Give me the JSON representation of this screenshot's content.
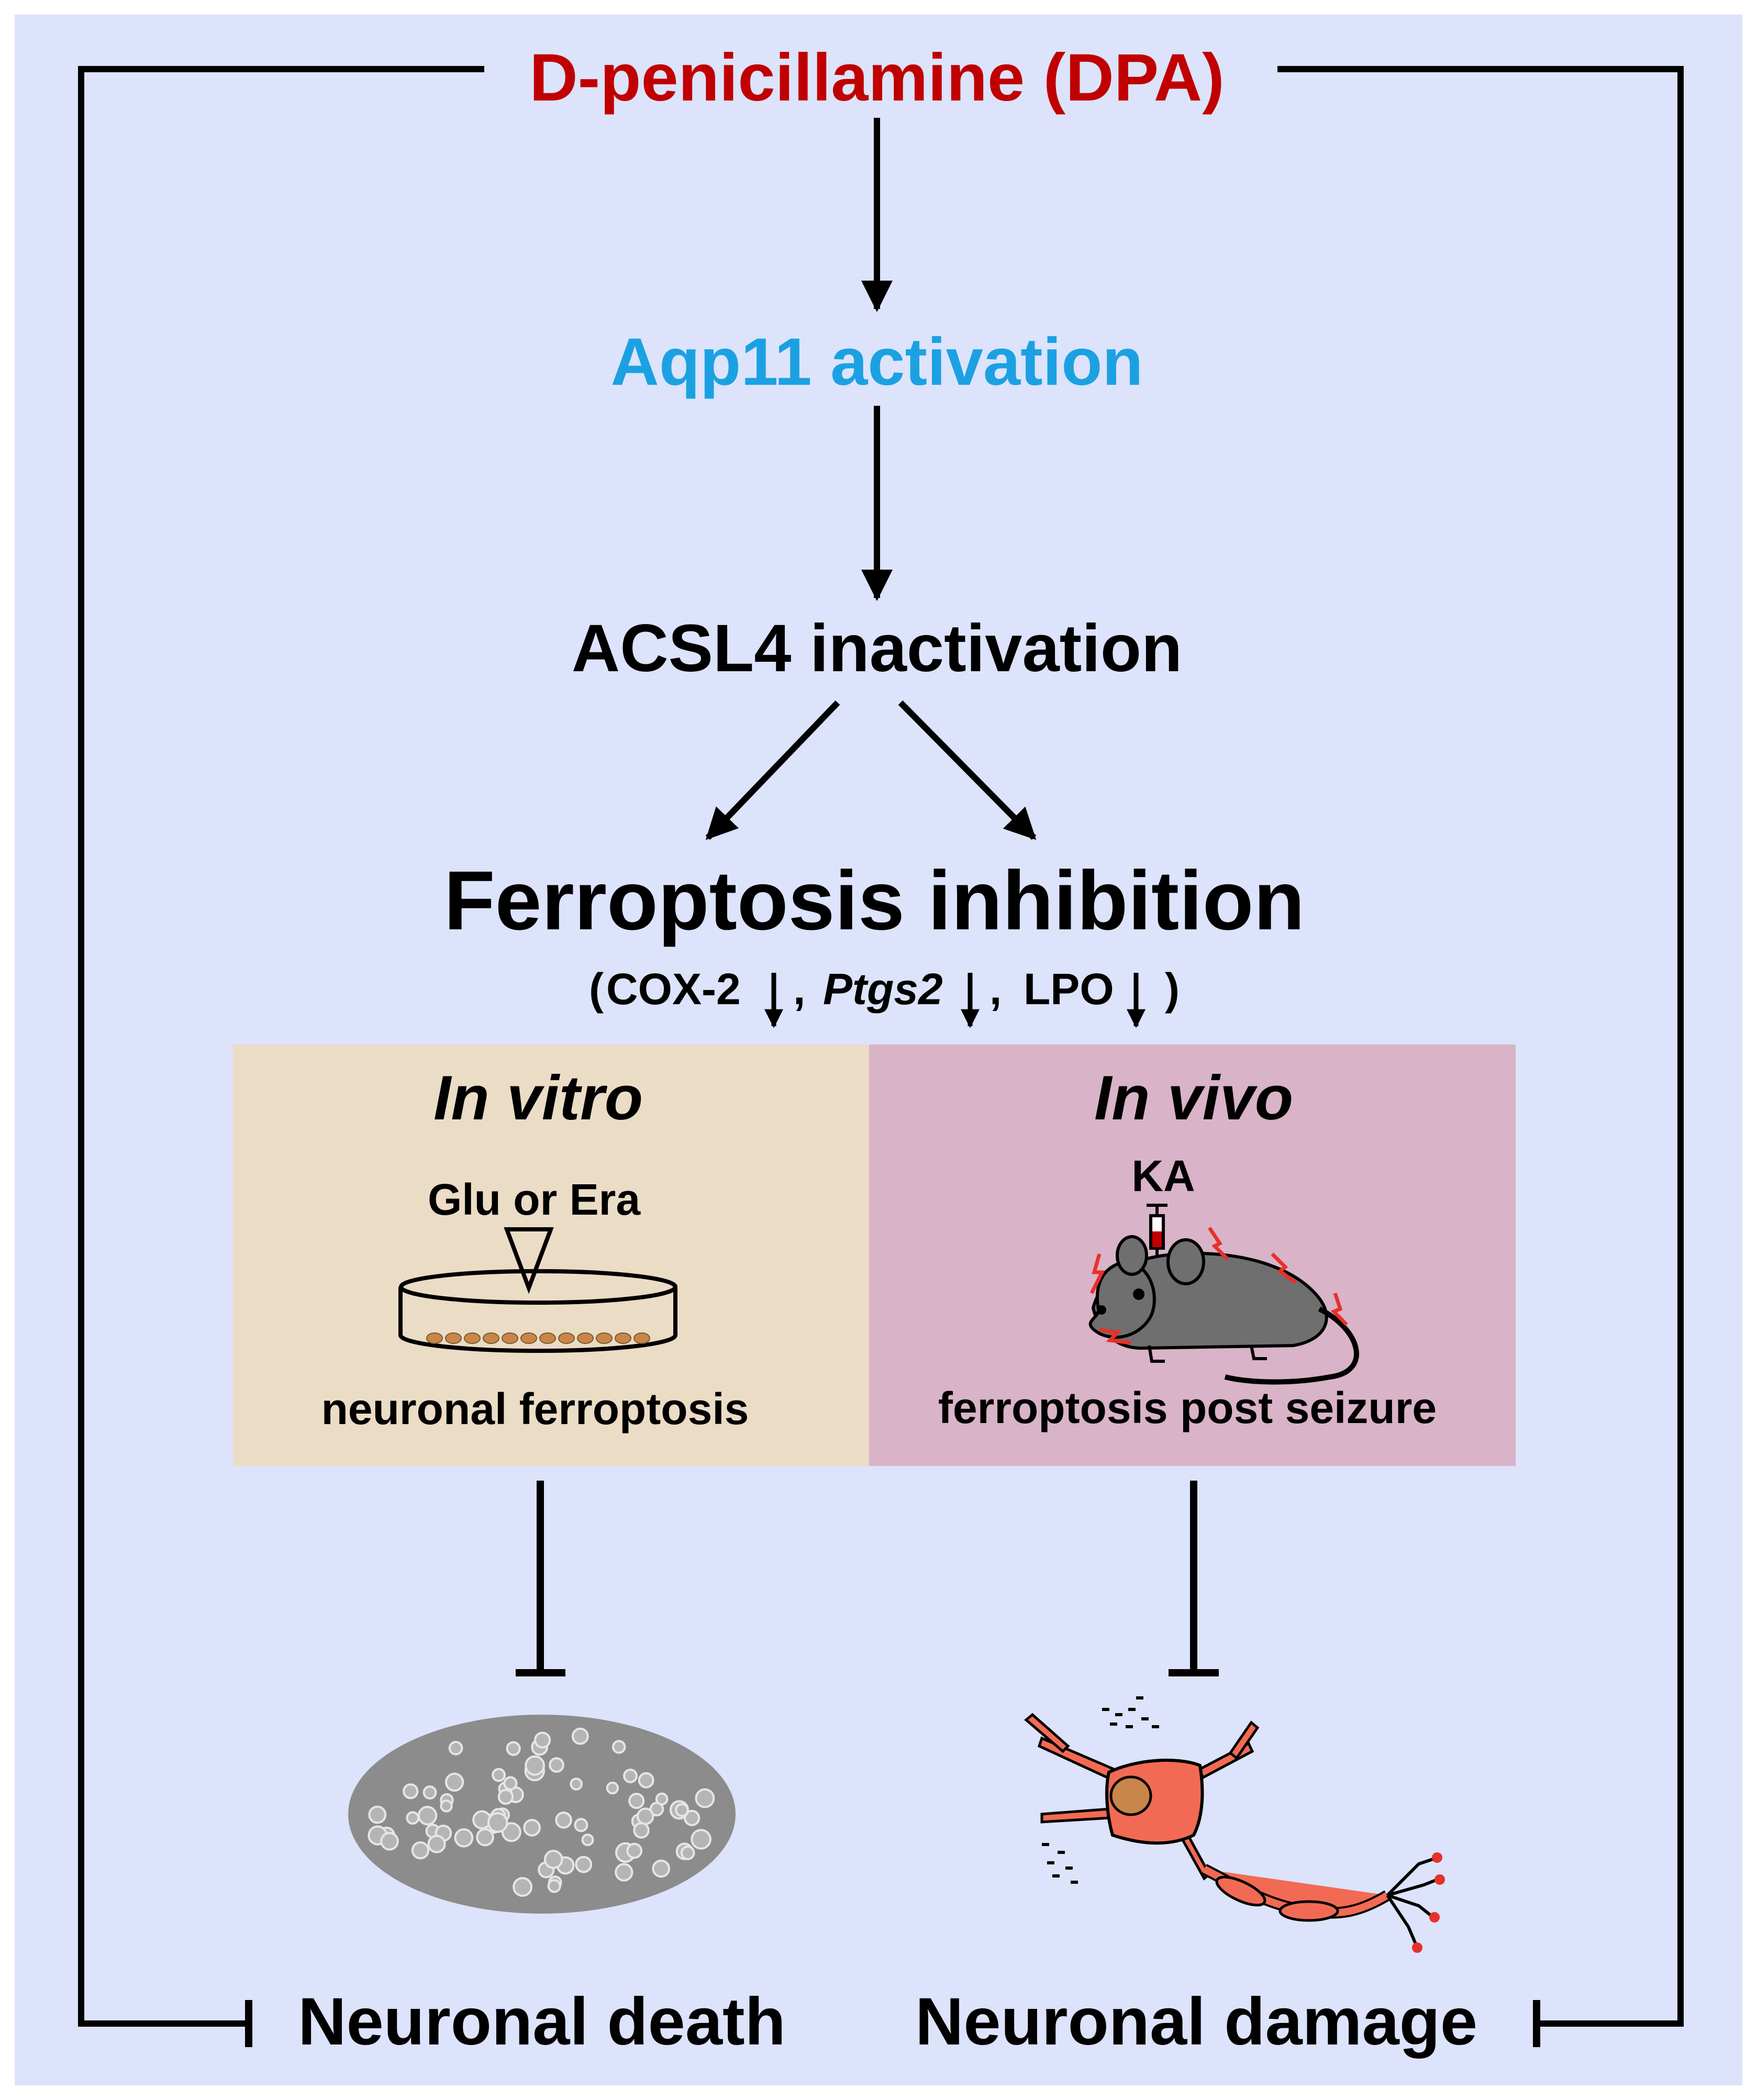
{
  "colors": {
    "background": "#dce3fb",
    "line": "#000000",
    "drug": "#c00000",
    "aqp": "#1ba1e2",
    "text": "#000000",
    "in_vitro_panel": "#ebdcc6",
    "in_vivo_panel": "#d9b3c7",
    "neuron": "#f26a54",
    "nucleus": "#c8864a",
    "mouse": "#6f6f6f",
    "cell_image": "#8c8c8c",
    "lightning": "#e8302a"
  },
  "title": "D-penicillamine (DPA)",
  "step1": "Aqp11 activation",
  "step2": "ACSL4 inactivation",
  "step3": "Ferroptosis inhibition",
  "markers": {
    "open": "(",
    "cox": "COX-2",
    "sep1": ",",
    "ptgs": "Ptgs2",
    "sep2": ",",
    "lpo": "LPO",
    "close": ")"
  },
  "in_vitro": {
    "title": "In vitro",
    "treatment": "Glu or Era",
    "caption": "neuronal ferroptosis",
    "icons": [
      "triangle-pointer-icon",
      "petri-dish-icon"
    ]
  },
  "in_vivo": {
    "title": "In vivo",
    "treatment": "KA",
    "caption": "ferroptosis post seizure",
    "icons": [
      "syringe-icon",
      "mouse-icon",
      "lightning-icon"
    ]
  },
  "outcome_left": {
    "label": "Neuronal death",
    "icon": "dead-cells-micrograph-icon"
  },
  "outcome_right": {
    "label": "Neuronal damage",
    "icon": "damaged-neuron-icon"
  }
}
